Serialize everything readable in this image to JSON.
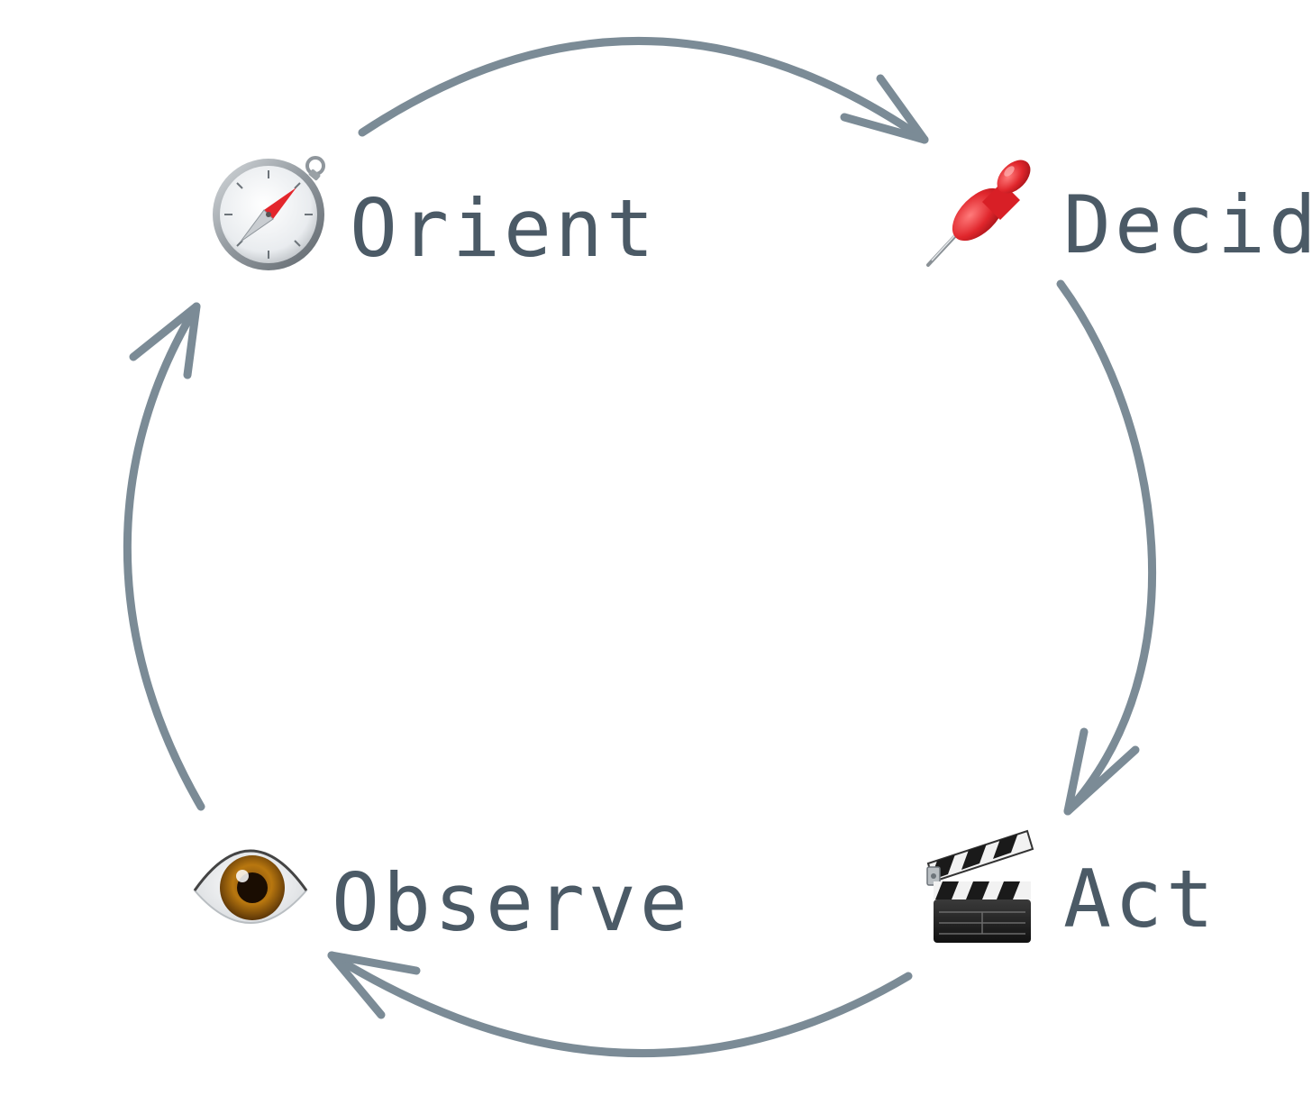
{
  "colors": {
    "arrow": "#7b8b96",
    "text": "#4b5a66",
    "background": "#ffffff"
  },
  "stages": [
    {
      "id": "orient",
      "label": "Orient",
      "icon": "compass-icon"
    },
    {
      "id": "decide",
      "label": "Decide",
      "icon": "pushpin-icon"
    },
    {
      "id": "act",
      "label": "Act",
      "icon": "clapper-board-icon"
    },
    {
      "id": "observe",
      "label": "Observe",
      "icon": "eye-icon"
    }
  ],
  "flow": [
    {
      "from": "orient",
      "to": "decide"
    },
    {
      "from": "decide",
      "to": "act"
    },
    {
      "from": "act",
      "to": "observe"
    },
    {
      "from": "observe",
      "to": "orient"
    }
  ]
}
